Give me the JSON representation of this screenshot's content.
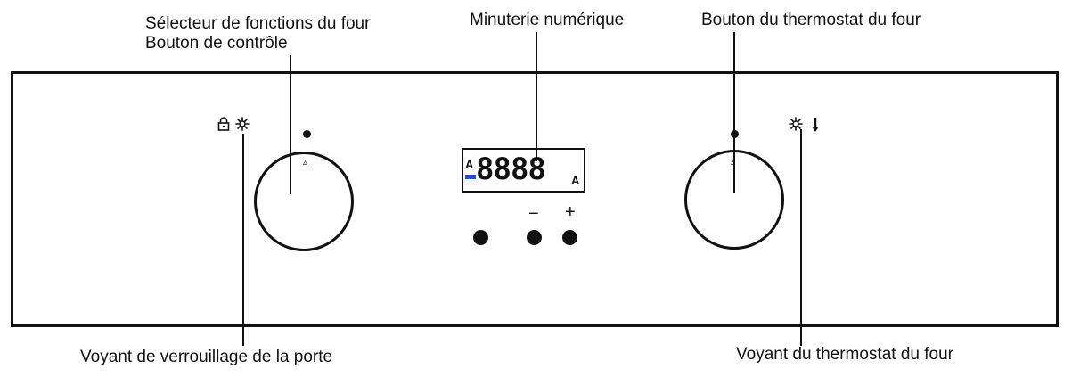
{
  "labels": {
    "function_selector_line1": "Sélecteur de fonctions du four",
    "function_selector_line2": "Bouton de contrôle",
    "digital_timer": "Minuterie numérique",
    "thermostat_knob": "Bouton du thermostat du four",
    "door_lock_light": "Voyant de verrouillage de la porte",
    "thermostat_light": "Voyant du thermostat du four"
  },
  "display": {
    "digits": "8888",
    "mode_left": "A",
    "mode_right": "A"
  },
  "buttons": {
    "minus": "−",
    "plus": "+"
  },
  "icons": {
    "lock": "lock-icon",
    "snow_left": "snowflake-icon",
    "snow_right": "snowflake-icon",
    "thermometer": "thermometer-icon"
  },
  "colors": {
    "line": "#111111",
    "display_indicator": "#2a4fbf"
  }
}
